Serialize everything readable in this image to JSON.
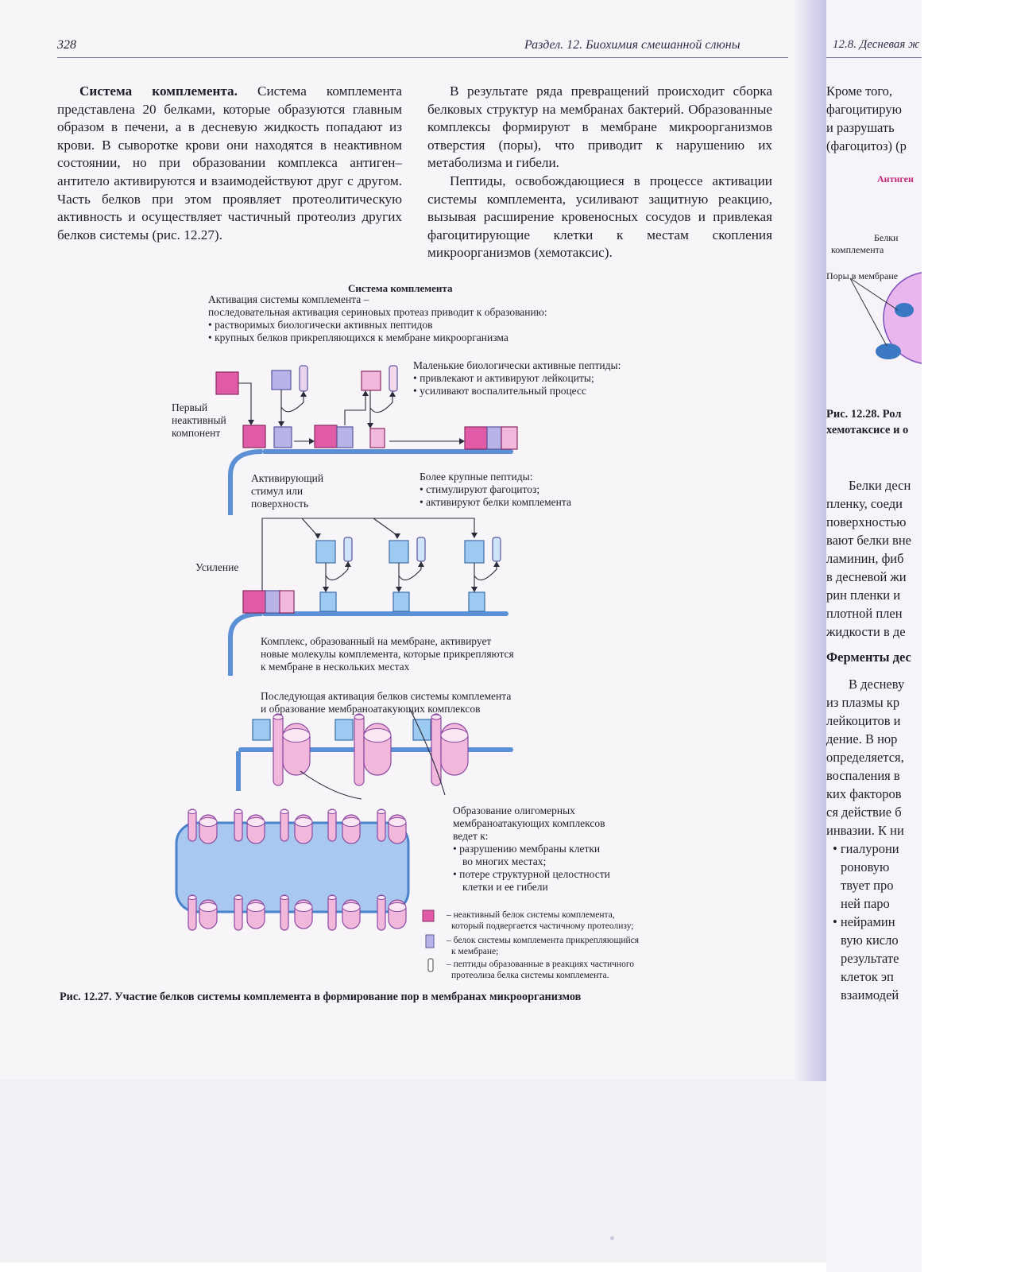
{
  "header": {
    "page_number": "328",
    "section_title": "Раздел. 12. Биохимия смешанной слюны",
    "right_page_title": "12.8. Десневая ж"
  },
  "left_column": {
    "heading": "Система комплемента.",
    "text": " Система комплемента представлена 20 белками, которые образуются главным образом в печени, а в десневую жидкость попадают из крови. В сыворотке крови они находятся в неактивном состоянии, но при образовании комплекса антиген–антитело активируются и взаимодействуют друг с другом. Часть белков при этом проявляет протеолитическую активность и осуществляет частичный протеолиз других белков системы (рис. 12.27)."
  },
  "right_column": {
    "paragraph1": "В результате ряда превращений происходит сборка белковых структур на мембранах бактерий. Образованные комплексы формируют в мембране микроорганизмов отверстия (поры), что приводит к нарушению их метаболизма и гибели.",
    "paragraph2": "Пептиды, освобождающиеся в процессе активации системы комплемента, усиливают защитную реакцию, вызывая расширение кровеносных сосудов и привлекая фагоцитирующие клетки к местам скопления микроорганизмов (хемотаксис)."
  },
  "figure": {
    "title": "Система комплемента",
    "intro": [
      "Активация системы комплемента –",
      "последовательная активация сериновых протеаз приводит к образованию:",
      "• растворимых биологически активных пептидов",
      "• крупных белков прикрепляющихся к мембране микроорганизма"
    ],
    "small_peptides": [
      "Маленькие биологически активные пептиды:",
      "• привлекают и активируют лейкоциты;",
      "• усиливают воспалительный процесс"
    ],
    "first_component": [
      "Первый",
      "неактивный",
      "компонент"
    ],
    "activating_stimulus": [
      "Активирующий",
      "стимул или",
      "поверхность"
    ],
    "larger_peptides": [
      "Более крупные пептиды:",
      "• стимулируют фагоцитоз;",
      "• активируют белки комплемента"
    ],
    "amplification": "Усиление",
    "complex_text": [
      "Комплекс, образованный на мембране, активирует",
      "новые молекулы комплемента, которые прикрепляются",
      "к мембране в нескольких местах"
    ],
    "subsequent": [
      "Последующая активация белков системы комплемента",
      "и образование мембраноатакующих комплексов"
    ],
    "oligomer": [
      "Образование олигомерных",
      "мембраноатакующих комплексов",
      "ведет к:",
      "• разрушению мембраны клетки",
      "во многих местах;",
      "• потере структурной целостности",
      "клетки и ее гибели"
    ],
    "legend": [
      {
        "lines": [
          "– неактивный белок системы комплемента,",
          "который подвергается частичному протеолизу;"
        ],
        "color": "#e05aa6"
      },
      {
        "lines": [
          "– белок системы комплемента прикрепляющийся",
          "к мембране;"
        ],
        "color": "#b8b3e6"
      },
      {
        "lines": [
          "– пептиды образованные в реакциях частичного",
          "протеолиза белка системы комплемента."
        ],
        "color": "#ffffff"
      }
    ],
    "caption": "Рис. 12.27. Участие белков системы комплемента в формирование пор в мембранах микроорганизмов"
  },
  "right_page": {
    "lines": [
      "Кроме того,",
      "фагоцитирую",
      "и разрушать",
      "(фагоцитоз) (р"
    ],
    "labels": [
      "Антиген",
      "Белки",
      "комплемента",
      "Поры в мембране"
    ],
    "fig_caption": [
      "Рис. 12.28. Рол",
      "хемотаксисе и о"
    ],
    "lines2": [
      "Белки десн",
      "пленку, соеди",
      "поверхностью",
      "вают белки вне",
      "ламинин, фиб",
      "в десневой жи",
      "рин пленки и",
      "плотной плен",
      "жидкости в де"
    ],
    "subheading": "Ферменты дес",
    "lines3": [
      "В десневу",
      "из плазмы кр",
      "лейкоцитов и",
      "дение. В нор",
      "определяется,",
      "воспаления в",
      "ких факторов",
      "ся действие б",
      "инвазии. К ни",
      "• гиалурони",
      "роновую",
      "твует про",
      "ней паро",
      "• нейрамин",
      "вую кисло",
      "результате",
      "клеток эп",
      "взаимодей"
    ]
  },
  "colors": {
    "inactive": "#e05aa6",
    "inactive_stroke": "#8a2c66",
    "attached": "#b8b3e6",
    "attached_stroke": "#5a58a0",
    "amplify": "#9ccaf0",
    "amplify_stroke": "#3c6ea8",
    "membrane": "#5b8fd6",
    "pink_light": "#f2b8dc",
    "cell_fill": "#a8c8ef"
  }
}
